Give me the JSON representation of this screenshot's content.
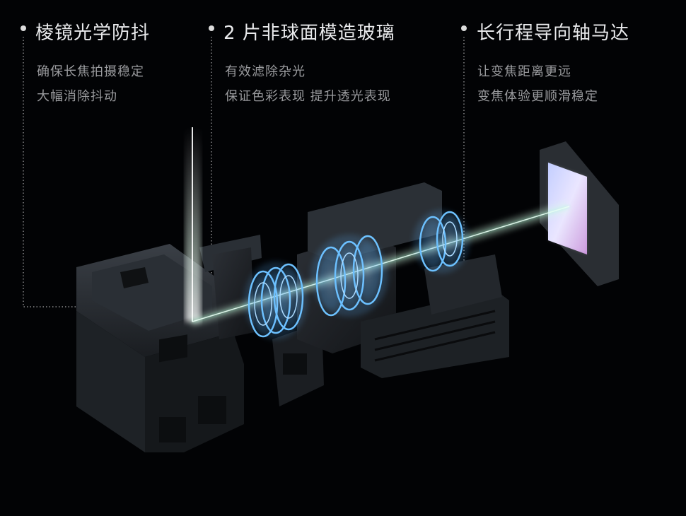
{
  "features": [
    {
      "title": "棱镜光学防抖",
      "lines": [
        "确保长焦拍摄稳定",
        "大幅消除抖动"
      ],
      "icon": "bullet-dot-icon"
    },
    {
      "title": "2 片非球面模造玻璃",
      "lines": [
        "有效滤除杂光",
        "保证色彩表现 提升透光表现"
      ],
      "icon": "bullet-dot-icon"
    },
    {
      "title": "长行程导向轴马达",
      "lines": [
        "让变焦距离更远",
        "变焦体验更顺滑稳定"
      ],
      "icon": "bullet-dot-icon"
    }
  ],
  "colors": {
    "background": "#020305",
    "title": "#e9eaec",
    "description": "#9a9b9e",
    "light_beam": "#d8ffe8",
    "lens_glow": "#5fb6ff",
    "leader_line": "#cfcfcf"
  }
}
